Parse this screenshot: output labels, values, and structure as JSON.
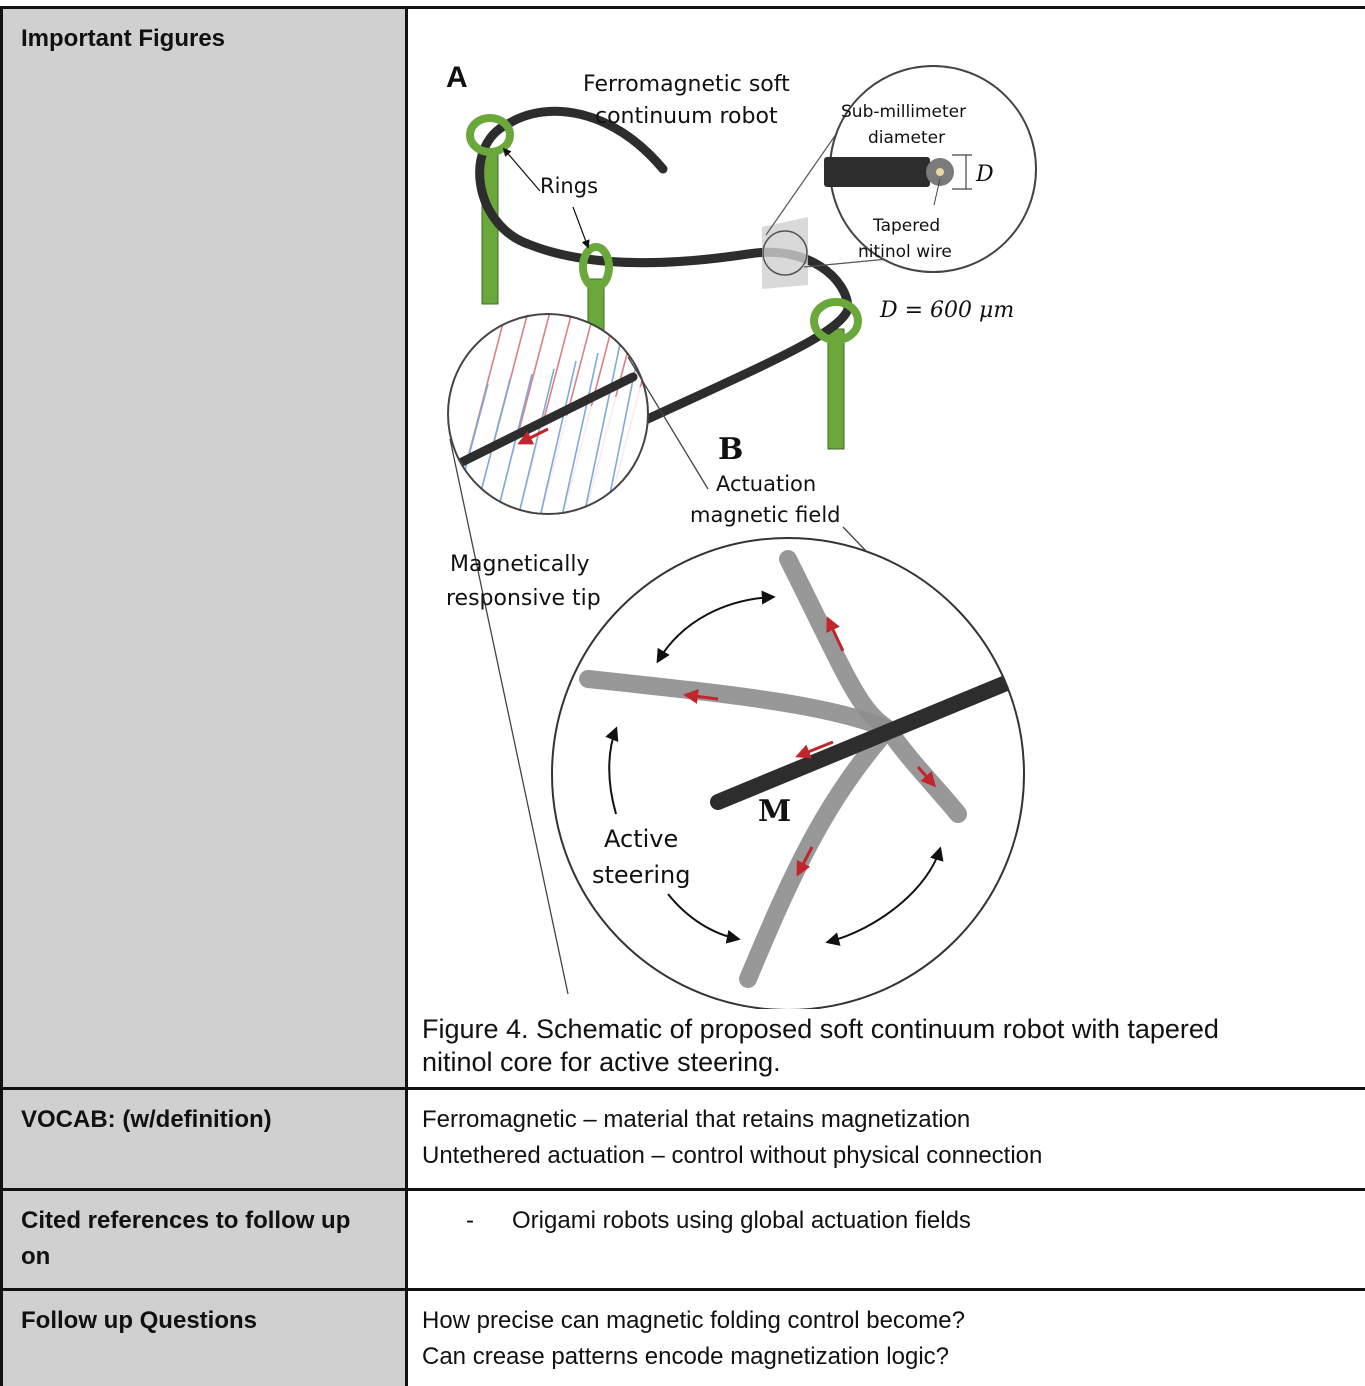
{
  "rows": {
    "figures": {
      "label": "Important Figures",
      "figure": {
        "panel_a": "A",
        "robot_label_1": "Ferromagnetic soft",
        "robot_label_2": "continuum robot",
        "rings": "Rings",
        "inset_1": "Sub-millimeter",
        "inset_2": "diameter",
        "inset_d": "D",
        "taper_1": "Tapered",
        "taper_2": "nitinol wire",
        "dim": "D = 600 μm",
        "field_b": "B",
        "field_1": "Actuation",
        "field_2": "magnetic field",
        "tip_1": "Magnetically",
        "tip_2": "responsive tip",
        "moment": "M",
        "steer_1": "Active",
        "steer_2": "steering"
      },
      "caption_line1": "Figure 4. Schematic of proposed soft continuum robot with tapered",
      "caption_line2": "nitinol core for active steering."
    },
    "vocab": {
      "label": "VOCAB: (w/definition)",
      "lines": [
        "Ferromagnetic – material that retains magnetization",
        "Untethered actuation – control without physical connection"
      ]
    },
    "refs": {
      "label_line1": "Cited references to follow up",
      "label_line2": "on",
      "dash": "-",
      "item": "Origami robots using global actuation fields"
    },
    "questions": {
      "label": "Follow up Questions",
      "lines": [
        "How precise can magnetic folding control become?",
        "Can crease patterns encode magnetization logic?"
      ]
    }
  }
}
